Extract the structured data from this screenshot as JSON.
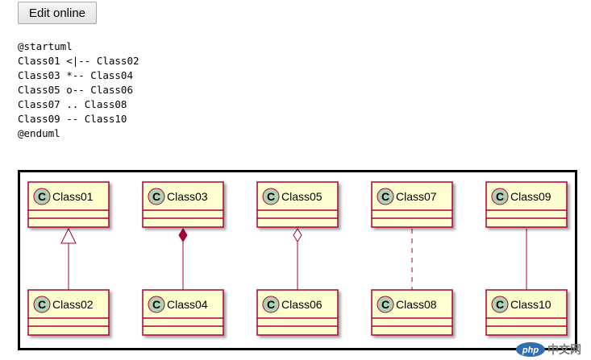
{
  "toolbar": {
    "edit_label": "Edit online"
  },
  "code": {
    "lines": [
      "@startuml",
      "Class01 <|-- Class02",
      "Class03 *-- Class04",
      "Class05 o-- Class06",
      "Class07 .. Class08",
      "Class09 -- Class10",
      "@enduml"
    ]
  },
  "diagram": {
    "colors": {
      "class_fill": "#FEFECE",
      "class_border": "#A80036",
      "circle_fill": "#ADD1B2",
      "line": "#A80036"
    },
    "class_marker": "C",
    "relations": [
      {
        "type": "extension",
        "top": "Class01",
        "bottom": "Class02"
      },
      {
        "type": "composition",
        "top": "Class03",
        "bottom": "Class04"
      },
      {
        "type": "aggregation",
        "top": "Class05",
        "bottom": "Class06"
      },
      {
        "type": "dotted",
        "top": "Class07",
        "bottom": "Class08"
      },
      {
        "type": "plain",
        "top": "Class09",
        "bottom": "Class10"
      }
    ]
  },
  "watermark": {
    "brand": "php",
    "site": "中文网"
  }
}
